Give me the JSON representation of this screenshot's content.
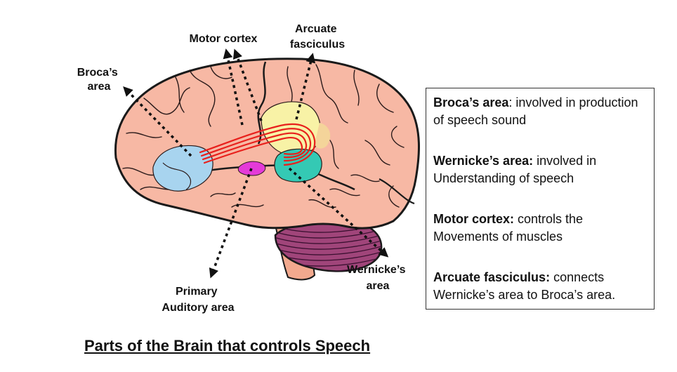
{
  "colors": {
    "brain_fill": "#f7b8a4",
    "brain_outline": "#1a1a1a",
    "broca_area": "#a8d4ef",
    "motor_area": "#f8f2a6",
    "wernicke_area": "#34c9b4",
    "auditory_area": "#e43ad8",
    "arcuate_tract": "#e8201c",
    "cerebellum": "#a0457a",
    "brainstem": "#f2a98e"
  },
  "labels": {
    "broca": [
      "Broca’s",
      "area"
    ],
    "motor": "Motor cortex",
    "arcuate": [
      "Arcuate",
      "fasciculus"
    ],
    "auditory": [
      "Primary",
      "Auditory area"
    ],
    "wernicke": [
      "Wernicke’s",
      "area"
    ]
  },
  "legend": [
    {
      "term": "Broca’s area",
      "desc": ": involved in production of speech sound"
    },
    {
      "term": "Wernicke’s area:",
      "desc": " involved in Understanding of speech"
    },
    {
      "term": "Motor cortex:",
      "desc": " controls the Movements of muscles"
    },
    {
      "term": "Arcuate fasciculus:",
      "desc": " connects Wernicke’s area to Broca’s area."
    }
  ],
  "caption": "Parts of the Brain that controls Speech"
}
